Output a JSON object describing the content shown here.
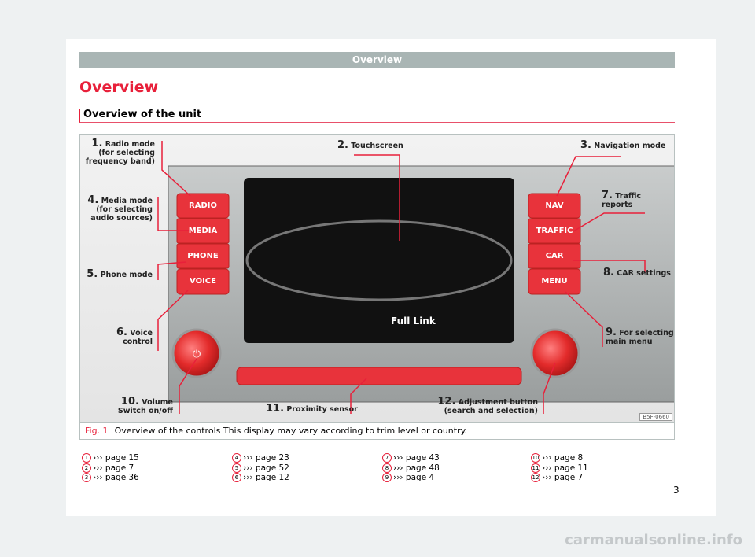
{
  "header": {
    "section": "Overview"
  },
  "title": "Overview",
  "subtitle": "Overview of the unit",
  "figure": {
    "buttons_left": [
      "RADIO",
      "MEDIA",
      "PHONE",
      "VOICE"
    ],
    "buttons_right": [
      "NAV",
      "TRAFFIC",
      "CAR",
      "MENU"
    ],
    "screen_text": "Full Link",
    "code": "B5F-0660",
    "labels": [
      {
        "n": "1.",
        "text": [
          "Radio mode",
          "(for selecting",
          "frequency band)"
        ]
      },
      {
        "n": "2.",
        "text": [
          "Touchscreen"
        ]
      },
      {
        "n": "3.",
        "text": [
          "Navigation mode"
        ]
      },
      {
        "n": "4.",
        "text": [
          "Media mode",
          "(for selecting",
          "audio sources)"
        ]
      },
      {
        "n": "5.",
        "text": [
          "Phone mode"
        ]
      },
      {
        "n": "6.",
        "text": [
          "Voice",
          "control"
        ]
      },
      {
        "n": "7.",
        "text": [
          "Traffic",
          "reports"
        ]
      },
      {
        "n": "8.",
        "text": [
          "CAR settings"
        ]
      },
      {
        "n": "9.",
        "text": [
          "For selecting",
          "main menu"
        ]
      },
      {
        "n": "10.",
        "text": [
          "Volume",
          "Switch on/off"
        ]
      },
      {
        "n": "11.",
        "text": [
          "Proximity sensor"
        ]
      },
      {
        "n": "12.",
        "text": [
          "Adjustment button",
          "(search and selection)"
        ]
      }
    ]
  },
  "caption": {
    "fig": "Fig. 1",
    "text": "Overview of the controls This display may vary according to trim level or country."
  },
  "refs": [
    {
      "n": "1",
      "page": "››› page 15"
    },
    {
      "n": "2",
      "page": "››› page 7"
    },
    {
      "n": "3",
      "page": "››› page 36"
    },
    {
      "n": "4",
      "page": "››› page 23"
    },
    {
      "n": "5",
      "page": "››› page 52"
    },
    {
      "n": "6",
      "page": "››› page 12"
    },
    {
      "n": "7",
      "page": "››› page 43"
    },
    {
      "n": "8",
      "page": "››› page 48"
    },
    {
      "n": "9",
      "page": "››› page 4"
    },
    {
      "n": "10",
      "page": "››› page 8"
    },
    {
      "n": "11",
      "page": "››› page 11"
    },
    {
      "n": "12",
      "page": "››› page 7"
    }
  ],
  "page_number": "3",
  "watermark": "carmanualsonline.info",
  "colors": {
    "accent": "#e8203a",
    "header_bar": "#a9b5b4"
  }
}
